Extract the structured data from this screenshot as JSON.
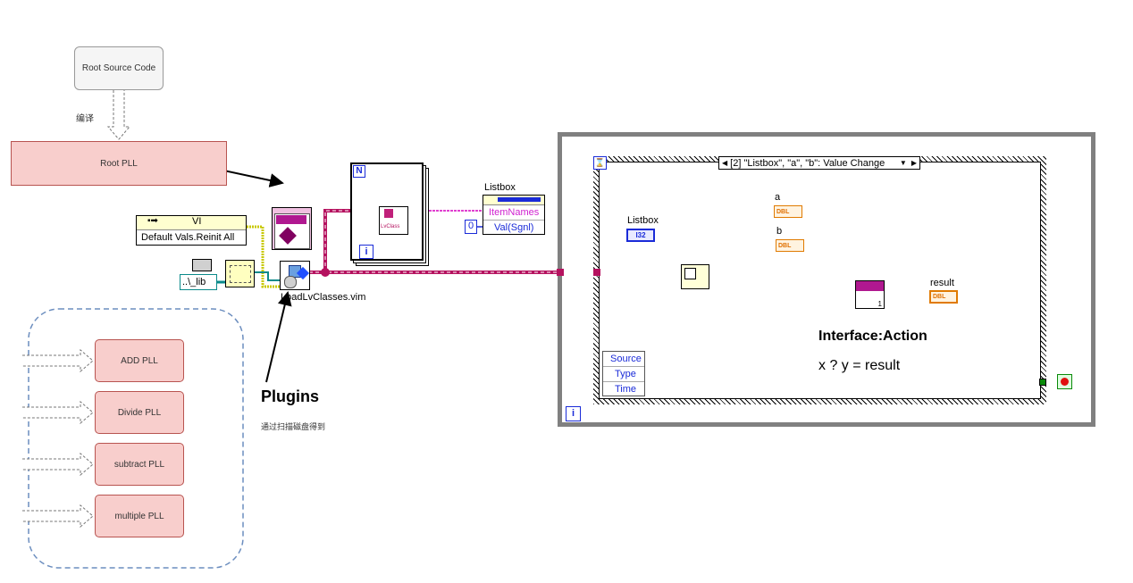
{
  "flow": {
    "root_source": "Root Source Code",
    "compile_label": "编译",
    "root_pll": "Root PLL",
    "plugins": [
      "ADD PLL",
      "Divide PLL",
      "subtract PLL",
      "multiple PLL"
    ],
    "plugins_title": "Plugins",
    "plugins_caption": "通过扫描磁盘得到"
  },
  "block_diagram": {
    "vi_constant_label": "VI",
    "vi_constant_value": "Default Vals.Reinit All",
    "path_constant": "..\\_lib",
    "subvi_label": "LoadLvClasses.vim",
    "for_loop_count": "N",
    "for_loop_index": "i",
    "class_node_label": "LvClass",
    "listbox_property_label": "Listbox",
    "listbox_properties": [
      "ItemNames",
      "Val(Sgnl)"
    ],
    "zero_constant": "0",
    "while_loop_index": "i",
    "event_case_selector": "[2] \"Listbox\", \"a\", \"b\": Value Change",
    "listbox_terminal_label": "Listbox",
    "listbox_terminal_type": "I32",
    "a_label": "a",
    "b_label": "b",
    "result_label": "result",
    "dbl_type": "DBL",
    "dispatch_index": "1",
    "event_data": [
      "Source",
      "Type",
      "Time"
    ],
    "interface_title": "Interface:Action",
    "formula": "x ? y = result"
  },
  "colors": {
    "class_wire": "#b5125f",
    "string_wire": "#e040d0",
    "numeric_int": "#1a2bd8",
    "numeric_dbl": "#e07a00",
    "path_wire": "#0a8a8a",
    "refnum_wire": "#c8c800"
  }
}
